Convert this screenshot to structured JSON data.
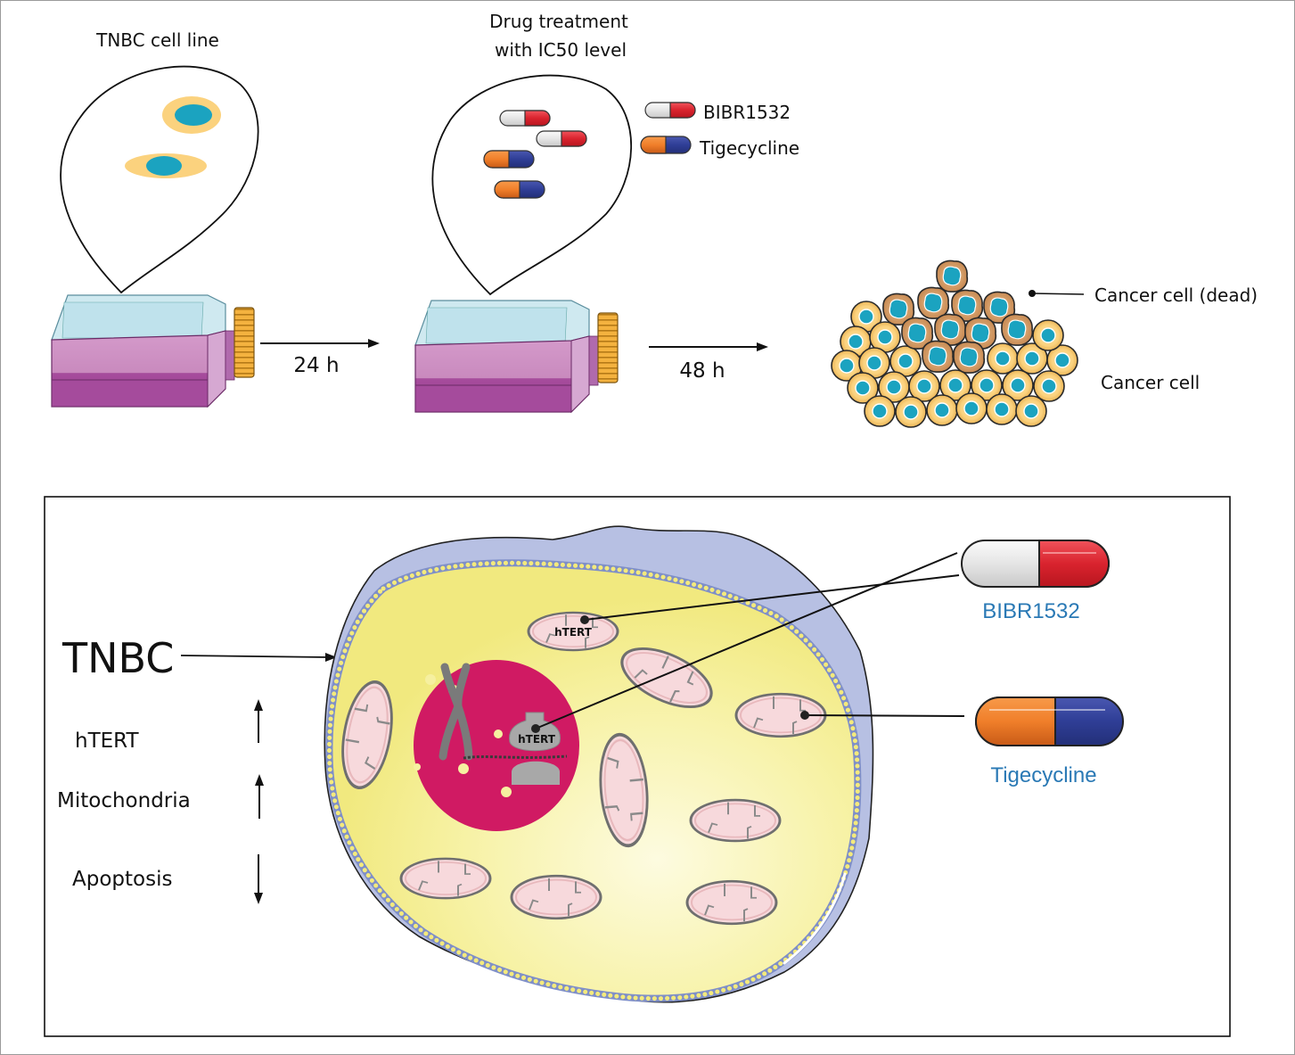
{
  "top_panel": {
    "step1": {
      "title": "TNBC cell line",
      "cell_count": 2
    },
    "arrow1": {
      "label": "24 h"
    },
    "step2": {
      "title_line1": "Drug treatment",
      "title_line2": "with IC50 level"
    },
    "legend": [
      {
        "label": "BIBR1532",
        "capsule_colors": [
          "#e6e6e6",
          "#d9232e"
        ]
      },
      {
        "label": "Tigecycline",
        "capsule_colors": [
          "#f07f2a",
          "#2f3e96"
        ]
      }
    ],
    "arrow2": {
      "label": "48 h"
    },
    "result": {
      "dead_label": "Cancer cell (dead)",
      "live_label": "Cancer cell"
    }
  },
  "bottom_panel": {
    "cell_label": "TNBC",
    "effects": [
      {
        "label": "hTERT",
        "direction": "up"
      },
      {
        "label": "Mitochondria",
        "direction": "up"
      },
      {
        "label": "Apoptosis",
        "direction": "down"
      }
    ],
    "mito_htert_label": "hTERT",
    "nucleus_htert_label": "hTERT",
    "drugs": [
      {
        "label": "BIBR1532",
        "colors": [
          "#e8e8e8",
          "#d9232e"
        ]
      },
      {
        "label": "Tigecycline",
        "colors": [
          "#f07f2a",
          "#2f3e96"
        ]
      }
    ],
    "label_color": "#2a79b5"
  },
  "colors": {
    "cell_cytoplasm": "#f6f0a0",
    "membrane": "#8f9fd0",
    "nucleus": "#d01a63",
    "mitochondria": "#f7d9dc",
    "flask_liquid": "#a54b9c",
    "flask_glass": "#cfe9f0",
    "cell_body": "#fbd27e",
    "cell_nucleus": "#1ba3c0"
  }
}
